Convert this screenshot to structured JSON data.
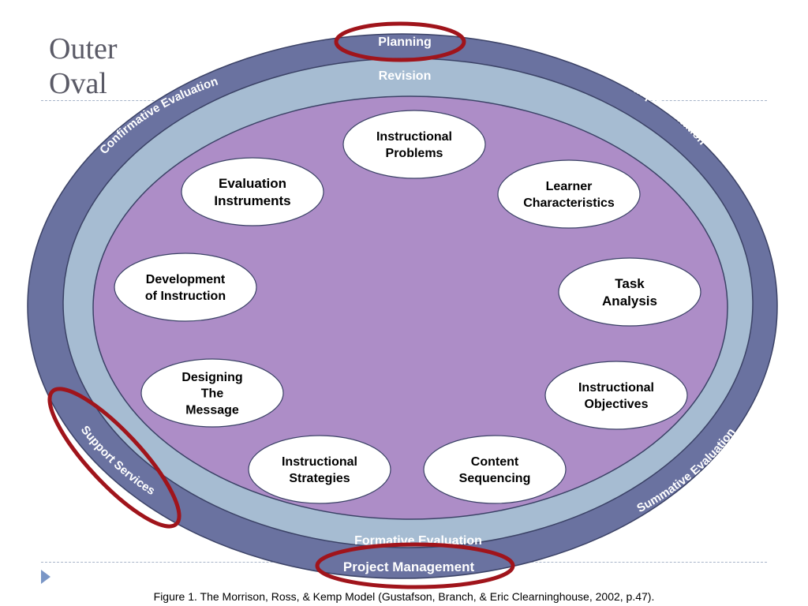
{
  "slide": {
    "title_line1": "Outer",
    "title_line2": "Oval",
    "caption": "Figure 1.  The Morrison, Ross, & Kemp Model (Gustafson, Branch, & Eric Clearninghouse, 2002, p.47)."
  },
  "outer_ring": {
    "planning": "Planning",
    "confirmative_evaluation": "Confirmative Evaluation",
    "implementation": "Implementation",
    "support_services": "Support Services",
    "summative_evaluation": "Summative Evaluation",
    "project_management": "Project Management"
  },
  "middle_ring": {
    "revision": "Revision",
    "formative_evaluation": "Formative Evaluation"
  },
  "elements": [
    {
      "lines": [
        "Instructional",
        "Problems"
      ]
    },
    {
      "lines": [
        "Learner",
        "Characteristics"
      ]
    },
    {
      "lines": [
        "Task",
        "Analysis"
      ]
    },
    {
      "lines": [
        "Instructional",
        "Objectives"
      ]
    },
    {
      "lines": [
        "Content",
        "Sequencing"
      ]
    },
    {
      "lines": [
        "Instructional",
        "Strategies"
      ]
    },
    {
      "lines": [
        "Designing",
        "The",
        "Message"
      ]
    },
    {
      "lines": [
        "Development",
        "of Instruction"
      ]
    },
    {
      "lines": [
        "Evaluation",
        "Instruments"
      ]
    }
  ],
  "colors": {
    "outer_ring": "#6a72a0",
    "middle_ring": "#a6bcd2",
    "inner_area": "#ad8dc7",
    "highlight": "#a0141b",
    "bubble": "#ffffff"
  }
}
